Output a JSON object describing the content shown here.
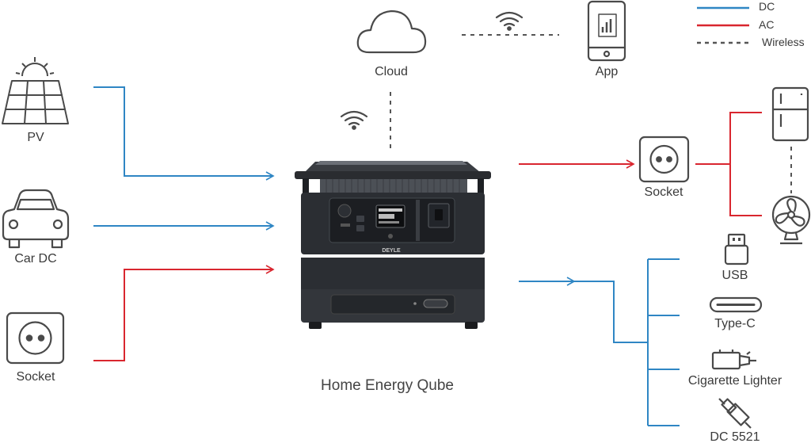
{
  "legend": {
    "dc": "DC",
    "ac": "AC",
    "wireless": "Wireless"
  },
  "colors": {
    "dc": "#2f86c4",
    "ac": "#d9262f",
    "wireless": "#555555",
    "icon": "#4a4a4a",
    "device_body": "#2b2e33"
  },
  "nodes": {
    "cloud": "Cloud",
    "app": "App",
    "pv": "PV",
    "car_dc": "Car DC",
    "socket_in": "Socket",
    "center": "Home Energy Qube",
    "socket_out": "Socket",
    "usb": "USB",
    "type_c": "Type-C",
    "cigarette_lighter": "Cigarette Lighter",
    "dc5521": "DC 5521"
  },
  "device": {
    "brand": "DEYLE"
  },
  "icons": {
    "solar_panel": "solar-panel-icon",
    "car": "car-icon",
    "outlet": "outlet-icon",
    "cloud": "cloud-icon",
    "phone": "phone-app-icon",
    "wifi": "wifi-icon",
    "fridge": "fridge-icon",
    "fan": "fan-icon",
    "usb": "usb-icon",
    "type_c": "type-c-icon",
    "cigarette_lighter": "cigarette-lighter-icon",
    "dc_plug": "dc-plug-icon"
  }
}
